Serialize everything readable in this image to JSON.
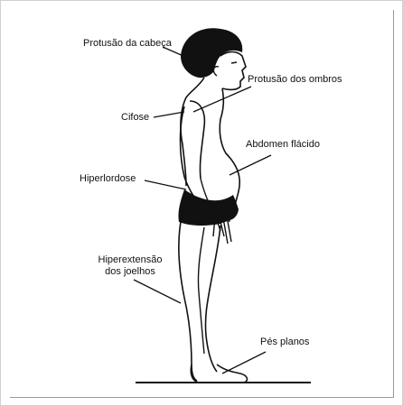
{
  "labels": {
    "protusao_cabeca": "Protusão da cabeça",
    "protusao_ombros": "Protusão dos ombros",
    "cifose": "Cifose",
    "abdomen_flacido": "Abdomen flácido",
    "hiperlordose": "Hiperlordose",
    "hiperextensao_linha1": "Hiperextensão",
    "hiperextensao_linha2": "dos joelhos",
    "pes_planos": "Pés planos"
  },
  "colors": {
    "line": "#111111",
    "hair": "#111111",
    "shorts": "#111111",
    "background": "#ffffff"
  }
}
